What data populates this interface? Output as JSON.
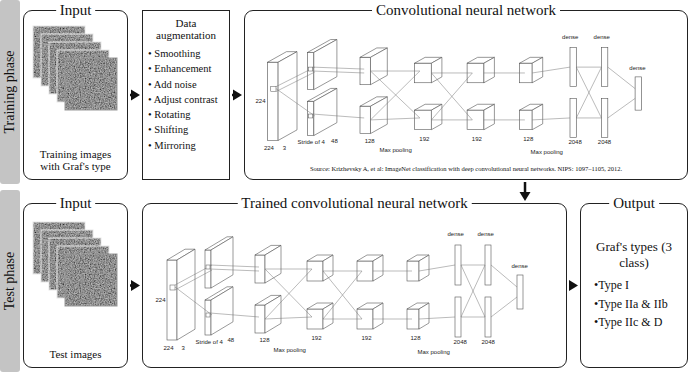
{
  "diagram": {
    "nodes": [
      {
        "text": [
          "Training phase"
        ]
      },
      {
        "text": [
          "Input",
          "Training images with Graf's type"
        ]
      },
      {
        "text": [
          "Data augmentation",
          "• Smoothing",
          "• Enhancement",
          "• Add noise",
          "• Adjust contrast",
          "• Rotating",
          "• Shifting",
          "• Mirroring"
        ]
      },
      {
        "text": [
          "Convolutional neural network",
          "Source: Krizhevsky A, et al: ImageNet classification with deep convolutional neural networks. NIPS: 1097–1105, 2012."
        ]
      },
      {
        "text": [
          "Test phase"
        ]
      },
      {
        "text": [
          "Input",
          "Test images"
        ]
      },
      {
        "text": [
          "Trained convolutional neural network"
        ]
      },
      {
        "text": [
          "Output",
          "Graf's types (3 class)",
          "•Type I",
          "•Type IIa & IIb",
          "•Type IIc & D"
        ]
      }
    ],
    "edges": [
      {
        "from": 1,
        "to": 2,
        "arrow": "to"
      },
      {
        "from": 2,
        "to": 3,
        "arrow": "to"
      },
      {
        "from": 3,
        "to": 6,
        "arrow": "to"
      },
      {
        "from": 5,
        "to": 6,
        "arrow": "to"
      },
      {
        "from": 6,
        "to": 7,
        "arrow": "to"
      }
    ],
    "labels": [
      "224",
      "224",
      "3",
      "Stride of 4",
      "48",
      "128",
      "Max pooling",
      "192",
      "192",
      "128",
      "Max pooling",
      "dense",
      "2048",
      "2048",
      "dense",
      "dense",
      "224",
      "224",
      "3",
      "Stride of 4",
      "48",
      "128",
      "Max pooling",
      "192",
      "192",
      "128",
      "Max pooling",
      "dense",
      "2048",
      "2048",
      "dense",
      "dense"
    ]
  }
}
